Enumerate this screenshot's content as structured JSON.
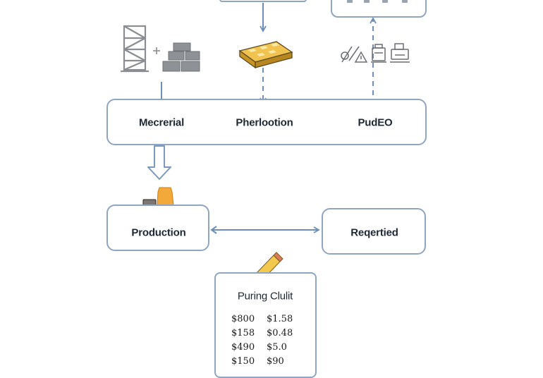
{
  "diagram": {
    "top_flow": {
      "steps": [
        "Mecrerial",
        "Pherlootion",
        "PudEO"
      ]
    },
    "production": {
      "label": "Production"
    },
    "reported": {
      "label": "Reqertied"
    },
    "pricing": {
      "title": "Puring Clulit",
      "rows": [
        [
          "$800",
          "$1.58"
        ],
        [
          "$158",
          "$0.48"
        ],
        [
          "$490",
          "$5.0"
        ],
        [
          "$150",
          "$90"
        ]
      ]
    }
  },
  "colors": {
    "border": "#8fa5c2",
    "arrow": "#6f8fb8",
    "gold": "#e6b23c",
    "orange_bag": "#f2a93a",
    "gray": "#8c8f93"
  },
  "icons": [
    "scaffold-icon",
    "plus-icon",
    "brick-stack-icon",
    "gold-bars-icon",
    "broken-pipe-icon",
    "warning-icon",
    "machine-icon",
    "printer-icon",
    "jar-icon",
    "money-bag-icon",
    "pencil-icon"
  ]
}
